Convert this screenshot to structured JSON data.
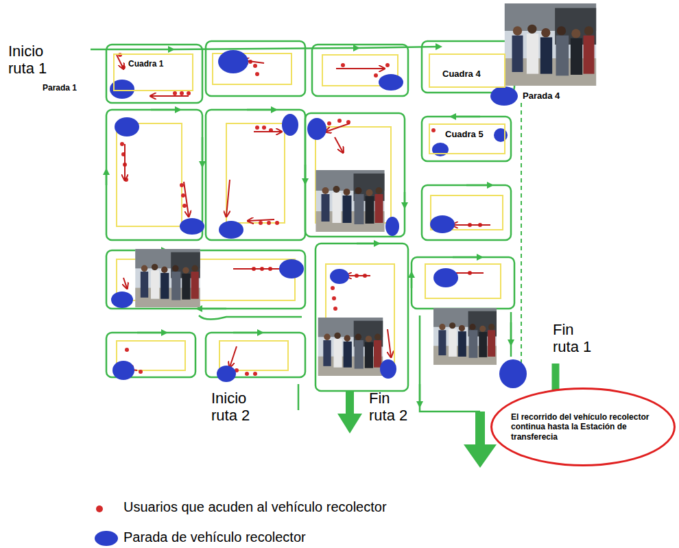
{
  "diagram": {
    "nodes": [
      {
        "text": [
          "Cuadra 1"
        ]
      },
      {
        "text": [
          "Cuadra 4"
        ]
      },
      {
        "text": [
          "Cuadra 5"
        ]
      },
      {
        "text": [
          "El recorrido del vehículo recolector continua hasta la Estación de transferecia"
        ]
      }
    ],
    "labels": [
      "Inicio ruta 1",
      "Parada 1",
      "Parada 4",
      "Fin ruta 1",
      "Inicio ruta 2",
      "Fin ruta 2"
    ],
    "legend": [
      {
        "text": "Usuarios que acuden al vehículo recolector",
        "color": "#d42a2a"
      },
      {
        "text": "Parada de vehículo recolector",
        "color": "#2b3fc9"
      }
    ]
  }
}
